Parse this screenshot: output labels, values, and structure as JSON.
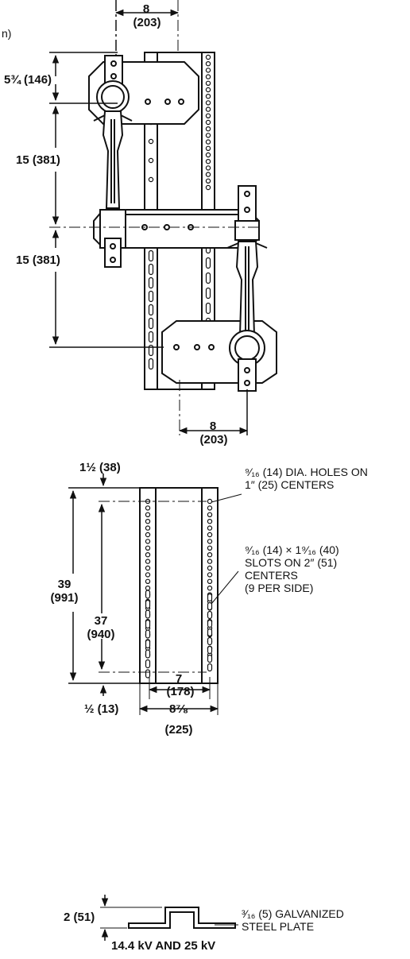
{
  "top_view": {
    "corner_fragment": "n)",
    "top_spacing": "8",
    "top_spacing_mm": "(203)",
    "dim_upper": "5¾ (146)",
    "dim_mid1": "15 (381)",
    "dim_mid2": "15 (381)",
    "bottom_spacing": "8",
    "bottom_spacing_mm": "(203)"
  },
  "bracket_view": {
    "top_offset": "1½ (38)",
    "holes_note": [
      "⁹⁄₁₆ (14) DIA. HOLES ON",
      "1″ (25) CENTERS"
    ],
    "slots_note": [
      "⁹⁄₁₆ (14) × 1⁹⁄₁₆ (40)",
      "SLOTS ON 2″ (51)",
      "CENTERS",
      "(9 PER SIDE)"
    ],
    "overall_length": "39",
    "overall_length_mm": "(991)",
    "hole_span": "37",
    "hole_span_mm": "(940)",
    "inner_width": "7",
    "inner_width_mm": "(178)",
    "outer_width": "8⁷⁄₈",
    "outer_width_mm": "(225)",
    "bottom_offset": "½ (13)"
  },
  "section": {
    "depth": "2 (51)",
    "plate_note": [
      "³⁄₁₆ (5) GALVANIZED",
      "STEEL PLATE"
    ],
    "voltage": "14.4 kV AND 25 kV"
  }
}
